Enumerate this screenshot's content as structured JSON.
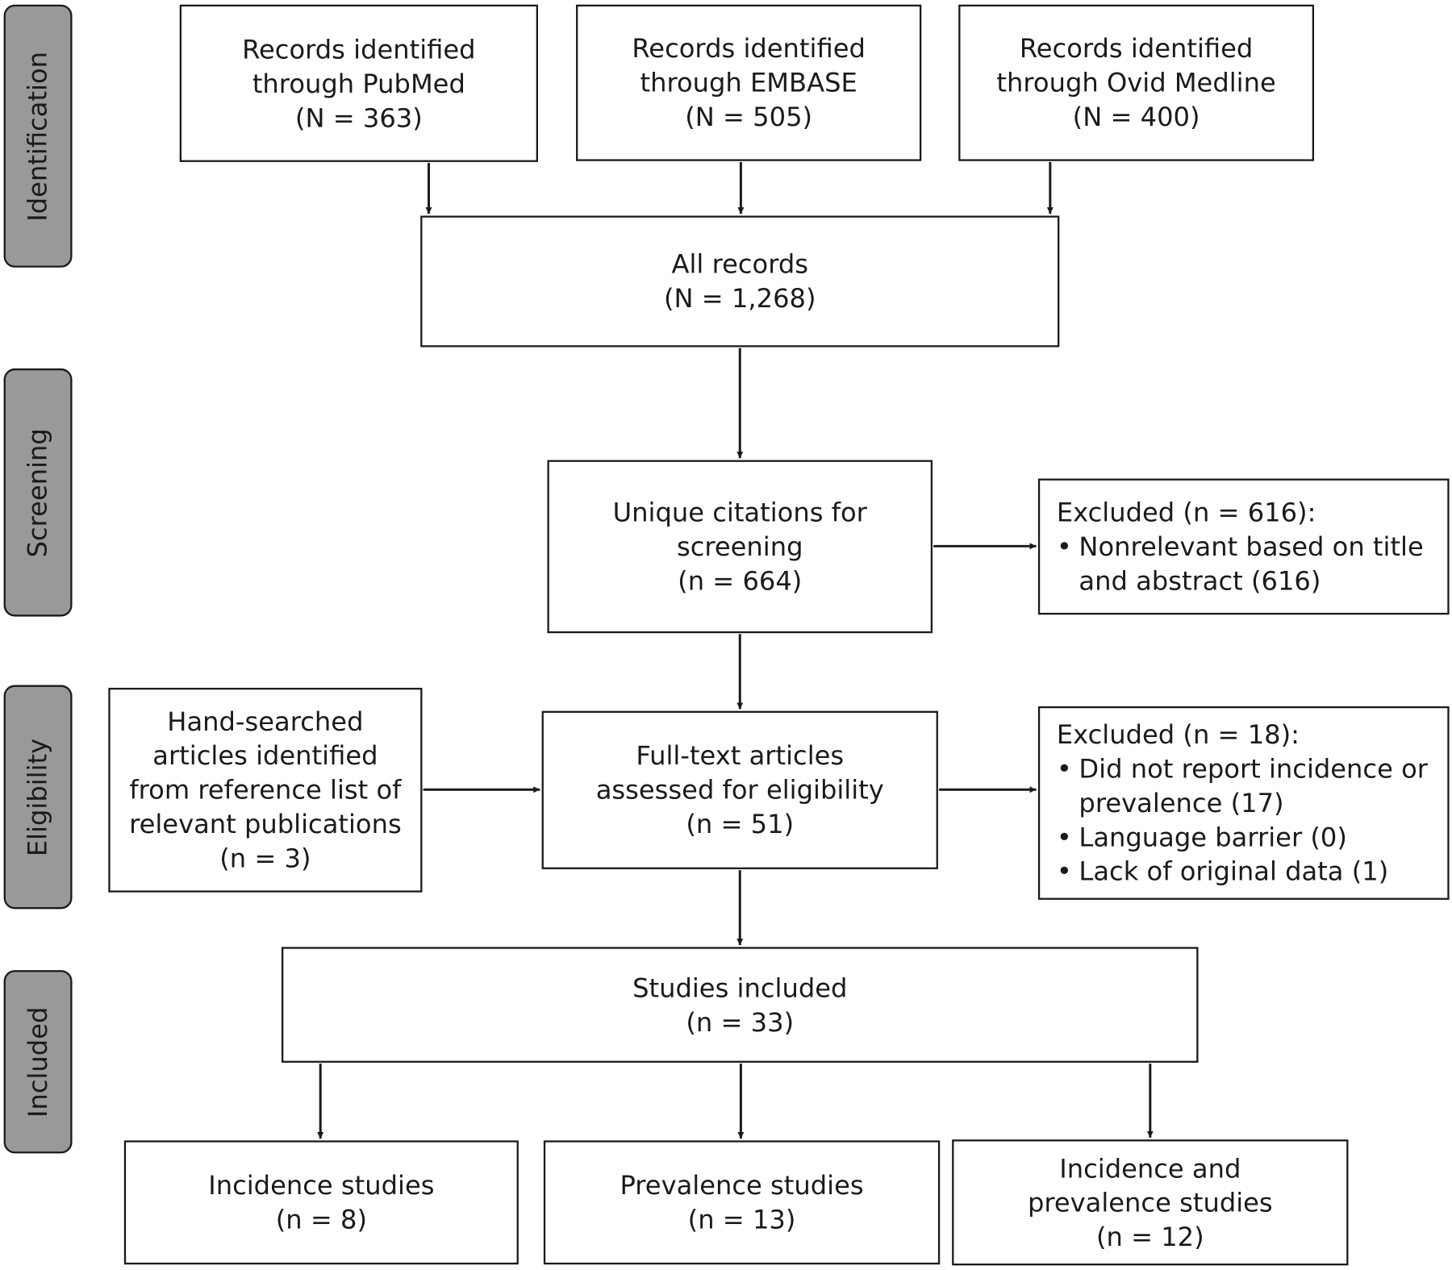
{
  "stages": {
    "identification": "Identification",
    "screening": "Screening",
    "eligibility": "Eligibility",
    "included": "Included"
  },
  "boxes": {
    "pubmed": [
      "Records identified",
      "through PubMed",
      "(N = 363)"
    ],
    "embase": [
      "Records identified",
      "through EMBASE",
      "(N = 505)"
    ],
    "ovid": [
      "Records identified",
      "through Ovid Medline",
      "(N = 400)"
    ],
    "all_records": [
      "All records",
      "(N = 1,268)"
    ],
    "unique": [
      "Unique citations for",
      "screening",
      "(n = 664)"
    ],
    "handsearch": [
      "Hand-searched",
      "articles identified",
      "from reference list of",
      "relevant publications",
      "(n = 3)"
    ],
    "fulltext": [
      "Full-text articles",
      "assessed for eligibility",
      "(n = 51)"
    ],
    "studies_included": [
      "Studies included",
      "(n = 33)"
    ],
    "incidence": [
      "Incidence studies",
      "(n = 8)"
    ],
    "prevalence": [
      "Prevalence studies",
      "(n = 13)"
    ],
    "both": [
      "Incidence and",
      "prevalence studies",
      "(n = 12)"
    ]
  },
  "excluded_screening": {
    "heading": "Excluded (n = 616):",
    "items": [
      "Nonrelevant based on title and abstract (616)"
    ]
  },
  "excluded_eligibility": {
    "heading": "Excluded (n = 18):",
    "items": [
      "Did not report incidence or prevalence (17)",
      "Language barrier (0)",
      "Lack of original data (1)"
    ]
  }
}
